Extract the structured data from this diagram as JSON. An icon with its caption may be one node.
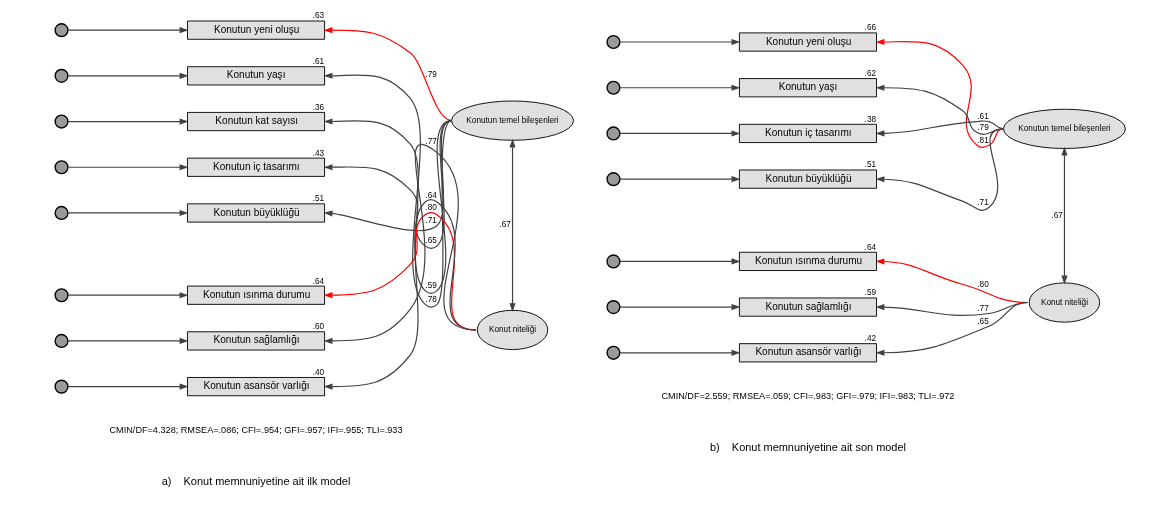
{
  "diagram": {
    "nodes": [
      {
        "text": [],
        "shape": "circle"
      },
      {
        "text": [
          "Konutun yeni oluşu"
        ],
        "beside": [
          ".63"
        ]
      },
      {
        "text": [],
        "shape": "circle"
      },
      {
        "text": [
          "Konutun yaşı"
        ],
        "beside": [
          ".61"
        ]
      },
      {
        "text": [],
        "shape": "circle"
      },
      {
        "text": [
          "Konutun kat sayısı"
        ],
        "beside": [
          ".36"
        ]
      },
      {
        "text": [],
        "shape": "circle"
      },
      {
        "text": [
          "Konutun iç tasarımı"
        ],
        "beside": [
          ".43"
        ]
      },
      {
        "text": [],
        "shape": "circle"
      },
      {
        "text": [
          "Konutun büyüklüğü"
        ],
        "beside": [
          ".51"
        ]
      },
      {
        "text": [
          "Konutun temel bileşenleri"
        ]
      },
      {
        "text": [],
        "shape": "circle"
      },
      {
        "text": [
          "Konutun ısınma durumu"
        ],
        "beside": [
          ".64"
        ]
      },
      {
        "text": [],
        "shape": "circle"
      },
      {
        "text": [
          "Konutun sağlamlığı"
        ],
        "beside": [
          ".60"
        ]
      },
      {
        "text": [],
        "shape": "circle"
      },
      {
        "text": [
          "Konutun asansör varlığı"
        ],
        "beside": [
          ".40"
        ]
      },
      {
        "text": [
          "Konut niteliği"
        ]
      },
      {
        "text": [],
        "shape": "circle"
      },
      {
        "text": [
          "Konutun yeni oluşu"
        ],
        "beside": [
          ".66"
        ]
      },
      {
        "text": [],
        "shape": "circle"
      },
      {
        "text": [
          "Konutun yaşı"
        ],
        "beside": [
          ".62"
        ]
      },
      {
        "text": [],
        "shape": "circle"
      },
      {
        "text": [
          "Konutun iç tasarımı"
        ],
        "beside": [
          ".38"
        ]
      },
      {
        "text": [],
        "shape": "circle"
      },
      {
        "text": [
          "Konutun büyüklüğü"
        ],
        "beside": [
          ".51"
        ]
      },
      {
        "text": [
          "Konutun temel bileşenleri"
        ]
      },
      {
        "text": [],
        "shape": "circle"
      },
      {
        "text": [
          "Konutun ısınma durumu"
        ],
        "beside": [
          ".64"
        ]
      },
      {
        "text": [],
        "shape": "circle"
      },
      {
        "text": [
          "Konutun sağlamlığı"
        ],
        "beside": [
          ".59"
        ]
      },
      {
        "text": [],
        "shape": "circle"
      },
      {
        "text": [
          "Konutun asansör varlığı"
        ],
        "beside": [
          ".42"
        ]
      },
      {
        "text": [
          "Konut niteliği"
        ]
      }
    ],
    "edges": [
      {
        "from": 0,
        "to": 1,
        "arrow": "to"
      },
      {
        "from": 2,
        "to": 3,
        "arrow": "to"
      },
      {
        "from": 4,
        "to": 5,
        "arrow": "to"
      },
      {
        "from": 6,
        "to": 7,
        "arrow": "to"
      },
      {
        "from": 8,
        "to": 9,
        "arrow": "to"
      },
      {
        "from": 10,
        "to": 1,
        "arrow": "to",
        "label": ".79",
        "color": "#ff0000"
      },
      {
        "from": 10,
        "to": 3,
        "arrow": "to",
        "label": ".78"
      },
      {
        "from": 10,
        "to": 5,
        "arrow": "to",
        "label": ".59"
      },
      {
        "from": 10,
        "to": 7,
        "arrow": "to",
        "label": ".65"
      },
      {
        "from": 10,
        "to": 9,
        "arrow": "to",
        "label": ".71"
      },
      {
        "from": 11,
        "to": 12,
        "arrow": "to"
      },
      {
        "from": 13,
        "to": 14,
        "arrow": "to"
      },
      {
        "from": 15,
        "to": 16,
        "arrow": "to"
      },
      {
        "from": 17,
        "to": 12,
        "arrow": "to",
        "label": ".80",
        "color": "#ff0000"
      },
      {
        "from": 17,
        "to": 14,
        "arrow": "to",
        "label": ".77"
      },
      {
        "from": 17,
        "to": 16,
        "arrow": "to",
        "label": ".64"
      },
      {
        "from": 10,
        "to": 17,
        "arrow": "both",
        "label": ".67"
      },
      {
        "from": 18,
        "to": 19,
        "arrow": "to"
      },
      {
        "from": 20,
        "to": 21,
        "arrow": "to"
      },
      {
        "from": 22,
        "to": 23,
        "arrow": "to"
      },
      {
        "from": 24,
        "to": 25,
        "arrow": "to"
      },
      {
        "from": 26,
        "to": 19,
        "arrow": "to",
        "label": ".81",
        "color": "#ff0000"
      },
      {
        "from": 26,
        "to": 21,
        "arrow": "to",
        "label": ".79"
      },
      {
        "from": 26,
        "to": 23,
        "arrow": "to",
        "label": ".61"
      },
      {
        "from": 26,
        "to": 25,
        "arrow": "to",
        "label": ".71"
      },
      {
        "from": 27,
        "to": 28,
        "arrow": "to"
      },
      {
        "from": 29,
        "to": 30,
        "arrow": "to"
      },
      {
        "from": 31,
        "to": 32,
        "arrow": "to"
      },
      {
        "from": 33,
        "to": 28,
        "arrow": "to",
        "label": ".80",
        "color": "#ff0000"
      },
      {
        "from": 33,
        "to": 30,
        "arrow": "to",
        "label": ".77"
      },
      {
        "from": 33,
        "to": 32,
        "arrow": "to",
        "label": ".65"
      },
      {
        "from": 26,
        "to": 33,
        "arrow": "both",
        "label": ".67"
      }
    ],
    "labels": [
      "CMIN/DF=4.328; RMSEA=.086; CFI=.954; GFI=.957; IFI=.955; TLI=.933",
      "CMIN/DF=2.559; RMSEA=.059; CFI=.983; GFI=.979; IFI=.983; TLI=.972",
      "a)    Konut memnuniyetine ait ilk model",
      "b)    Konut memnuniyetine ait son model"
    ]
  }
}
